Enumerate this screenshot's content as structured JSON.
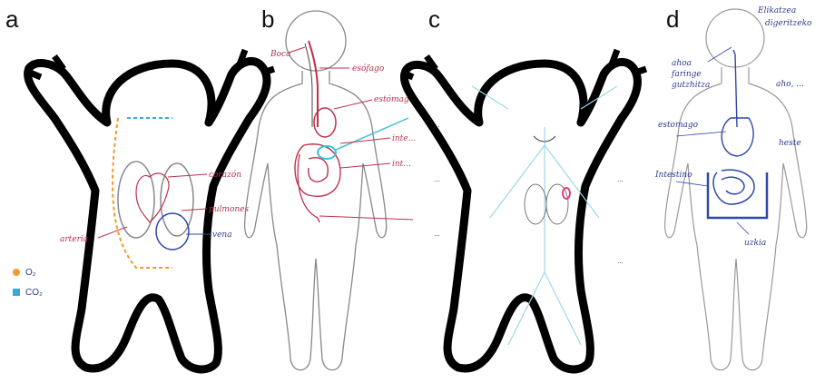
{
  "panels": [
    {
      "letter": "a",
      "labels": {
        "heart": "corazón",
        "lung": "pulmones",
        "artery": "arteria",
        "vein": "vena"
      },
      "legend": [
        {
          "label": "O₂",
          "color": "#f29a2e"
        },
        {
          "label": "CO₂",
          "color": "#38a9d8"
        }
      ]
    },
    {
      "letter": "b",
      "labels": {
        "mouth": "Boca",
        "esophagus": "esófago",
        "stomach": "estómago",
        "intestine_1": "inte...",
        "intestine_2": "int..."
      }
    },
    {
      "letter": "c",
      "notes": [
        "...",
        "...",
        "...",
        "...",
        "..."
      ]
    },
    {
      "letter": "d",
      "labels": {
        "mouth": "ahoa",
        "pharynx": "faringe",
        "esophagus": "gutzhitza",
        "stomach": "estomago",
        "small_intestine": "Intestino",
        "large_intestine": "heste",
        "anus": "uzkia"
      },
      "notes": [
        "Elikatzea",
        "digeritzeko",
        "aho, ..."
      ]
    }
  ],
  "colors": {
    "outline": "#000000",
    "pencil": "#7a7a7a",
    "red": "#c0304a",
    "blue": "#3048a8",
    "cyan": "#3cc0d8",
    "orange": "#f29a2e"
  }
}
